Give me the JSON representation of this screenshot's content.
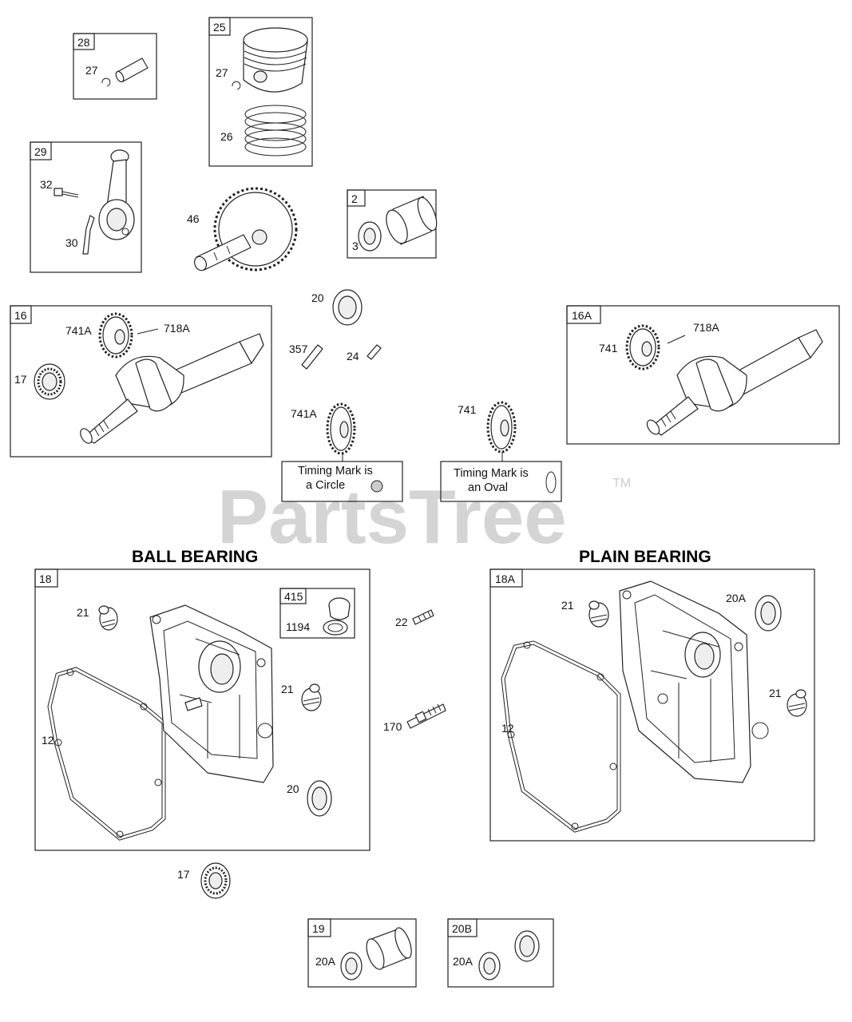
{
  "watermark": {
    "text": "PartsTree",
    "trademark": "TM"
  },
  "headings": {
    "ball_bearing": "BALL BEARING",
    "plain_bearing": "PLAIN BEARING"
  },
  "boxes": {
    "b28": "28",
    "b25": "25",
    "b29": "29",
    "b2": "2",
    "b16": "16",
    "b16A": "16A",
    "b18": "18",
    "b415": "415",
    "b18A": "18A",
    "b19": "19",
    "b20B": "20B"
  },
  "labels": {
    "l27a": "27",
    "l27b": "27",
    "l26": "26",
    "l32": "32",
    "l30": "30",
    "l46": "46",
    "l3": "3",
    "l20top": "20",
    "l357": "357",
    "l24": "24",
    "l741A_top": "741A",
    "l741_top": "741",
    "l741A_16": "741A",
    "l718A_16": "718A",
    "l17_16": "17",
    "l741_16A": "741",
    "l718A_16A": "718A",
    "l21a": "21",
    "l21b": "21",
    "l12a": "12",
    "l20b": "20",
    "l1194": "1194",
    "l22": "22",
    "l170": "170",
    "l17b": "17",
    "l21c": "21",
    "l21d": "21",
    "l20A_18A": "20A",
    "l12b": "12",
    "l20A_19": "20A",
    "l20A_20B": "20A"
  },
  "notes": {
    "circle": {
      "line1": "Timing Mark is",
      "line2": "a Circle"
    },
    "oval": {
      "line1": "Timing Mark is",
      "line2": "an Oval"
    }
  }
}
